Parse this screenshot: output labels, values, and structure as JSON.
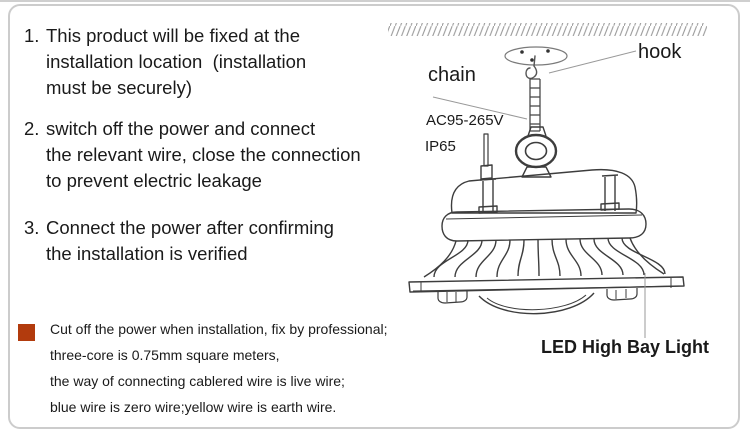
{
  "page": {
    "background": "#ffffff",
    "frame_border_color": "#cccccc"
  },
  "instructions": [
    {
      "number": "1.",
      "lines": [
        "This product will be fixed at the",
        "installation location  (installation",
        "must be securely)"
      ]
    },
    {
      "number": "2.",
      "lines": [
        "switch off the power and connect",
        "the relevant wire, close the connection",
        "to prevent electric leakage"
      ]
    },
    {
      "number": "3.",
      "lines": [
        "Connect the power after confirming",
        "the installation is verified"
      ]
    }
  ],
  "warning": {
    "square_color": "#b23b0d",
    "lines": [
      "Cut off the power when installation, fix by professional;",
      "three-core is 0.75mm square meters,",
      "the way of connecting cablered wire is live wire;",
      "blue wire is zero wire;yellow wire is earth wire."
    ]
  },
  "diagram": {
    "labels": {
      "chain": "chain",
      "hook": "hook",
      "voltage": "AC95-265V",
      "ip_rating": "IP65",
      "product": "LED High Bay Light"
    }
  }
}
